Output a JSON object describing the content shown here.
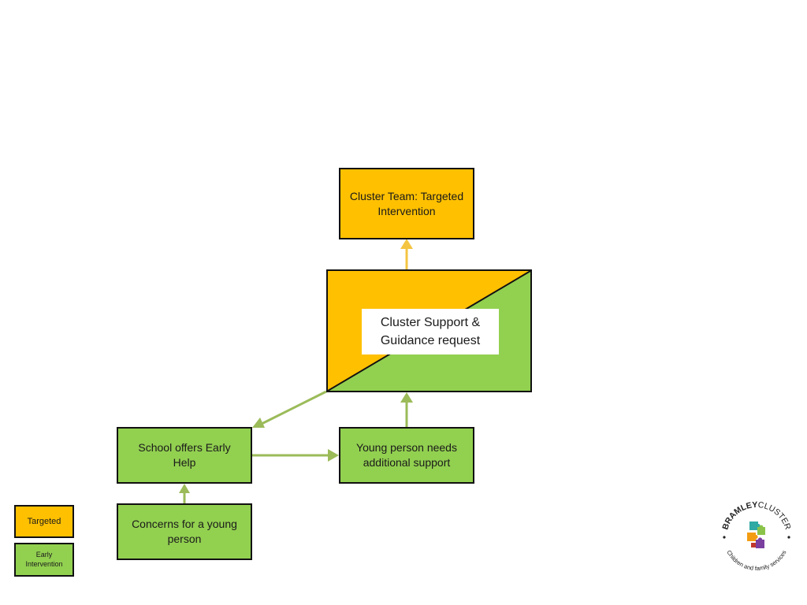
{
  "nodes": {
    "cluster_team": {
      "line1": "Cluster Team: Targeted",
      "line2": "Intervention"
    },
    "cluster_support": {
      "line1": "Cluster Support &",
      "line2": "Guidance request"
    },
    "school": {
      "line1": "School offers Early",
      "line2": "Help"
    },
    "young_person": {
      "line1": "Young person needs",
      "line2": "additional support"
    },
    "concerns": {
      "line1": "Concerns for a young",
      "line2": "person"
    }
  },
  "legend": {
    "targeted": "Targeted",
    "early_line1": "Early",
    "early_line2": "Intervention"
  },
  "logo": {
    "brand_bold": "BRAMLEY",
    "brand_light": "CLUSTER",
    "tagline": "Children and family services"
  },
  "colors": {
    "targeted": "#FFC000",
    "early_intervention": "#92D050",
    "arrow_green": "#9BBB59",
    "arrow_yellow": "#F4C542"
  }
}
